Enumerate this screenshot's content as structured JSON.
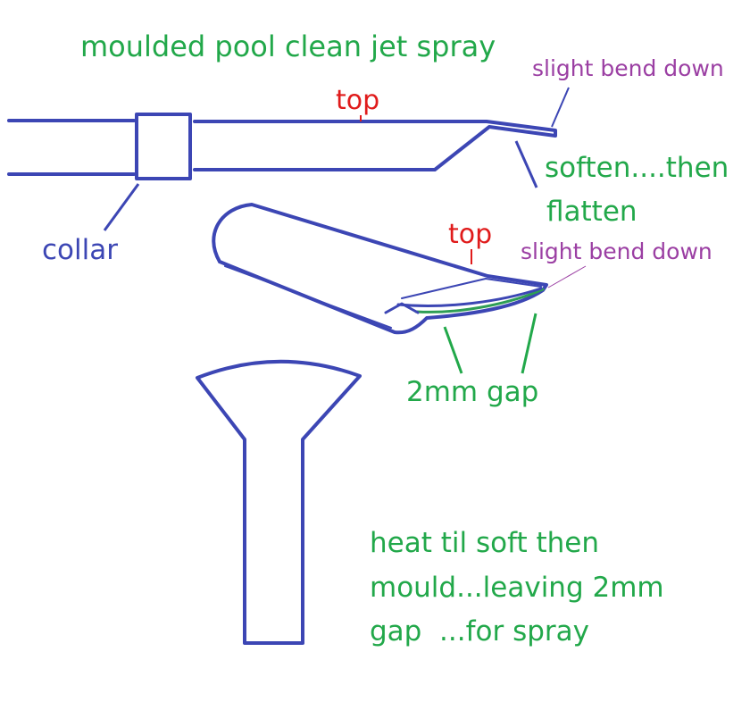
{
  "title": "moulded pool clean jet spray",
  "labels": {
    "top_upper": "top",
    "top_lower": "top",
    "slight_bend_upper": "slight bend down",
    "slight_bend_lower": "slight bend down",
    "soften_line1": "soften....then",
    "soften_line2": "flatten",
    "collar": "collar",
    "gap": "2mm gap"
  },
  "instructions": [
    "heat til soft then",
    "mould...leaving 2mm",
    "gap  ...for spray"
  ],
  "colors": {
    "outline": "#3c46b4",
    "label_green": "#22a84a",
    "label_red": "#e01b1b",
    "label_purple": "#9b3fa3",
    "inner_lip": "#2e9e55"
  }
}
